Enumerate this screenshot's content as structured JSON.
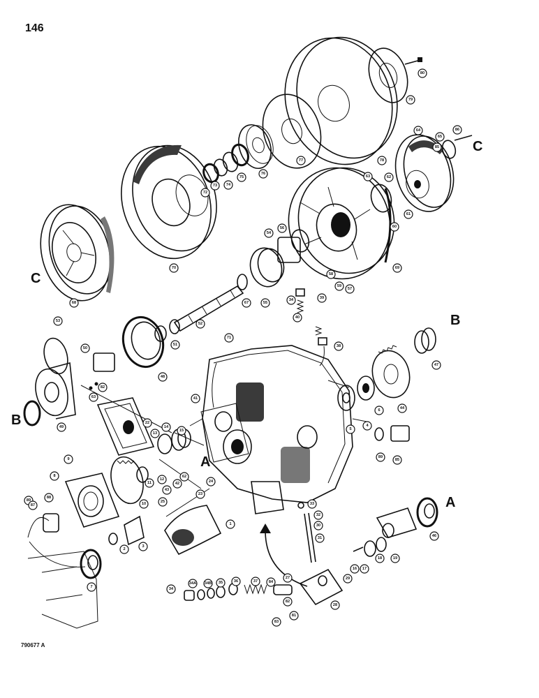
{
  "page": {
    "number": "146",
    "figure_code": "790677 A"
  },
  "reference_letters": [
    "C",
    "C",
    "B",
    "B",
    "A",
    "A"
  ],
  "callouts": [
    "80",
    "79",
    "78",
    "77",
    "76",
    "75",
    "74",
    "73",
    "72",
    "70",
    "68",
    "86",
    "85",
    "65",
    "64",
    "63",
    "62",
    "60",
    "61",
    "69",
    "57",
    "56",
    "54",
    "55",
    "58",
    "59",
    "67",
    "34",
    "39",
    "40",
    "38",
    "71",
    "52",
    "53",
    "51",
    "50",
    "48",
    "49",
    "47",
    "44",
    "6",
    "5",
    "4",
    "89",
    "85",
    "41",
    "63",
    "82",
    "22",
    "14",
    "15",
    "13",
    "12",
    "11",
    "10",
    "9",
    "8",
    "89",
    "87",
    "88",
    "62",
    "42",
    "43",
    "24",
    "23",
    "1",
    "3",
    "2",
    "25",
    "7",
    "33",
    "32",
    "30",
    "31",
    "29",
    "27",
    "28",
    "36",
    "37",
    "35",
    "34B",
    "34A",
    "34",
    "84",
    "82",
    "81",
    "83",
    "46",
    "19",
    "18",
    "17",
    "16"
  ]
}
